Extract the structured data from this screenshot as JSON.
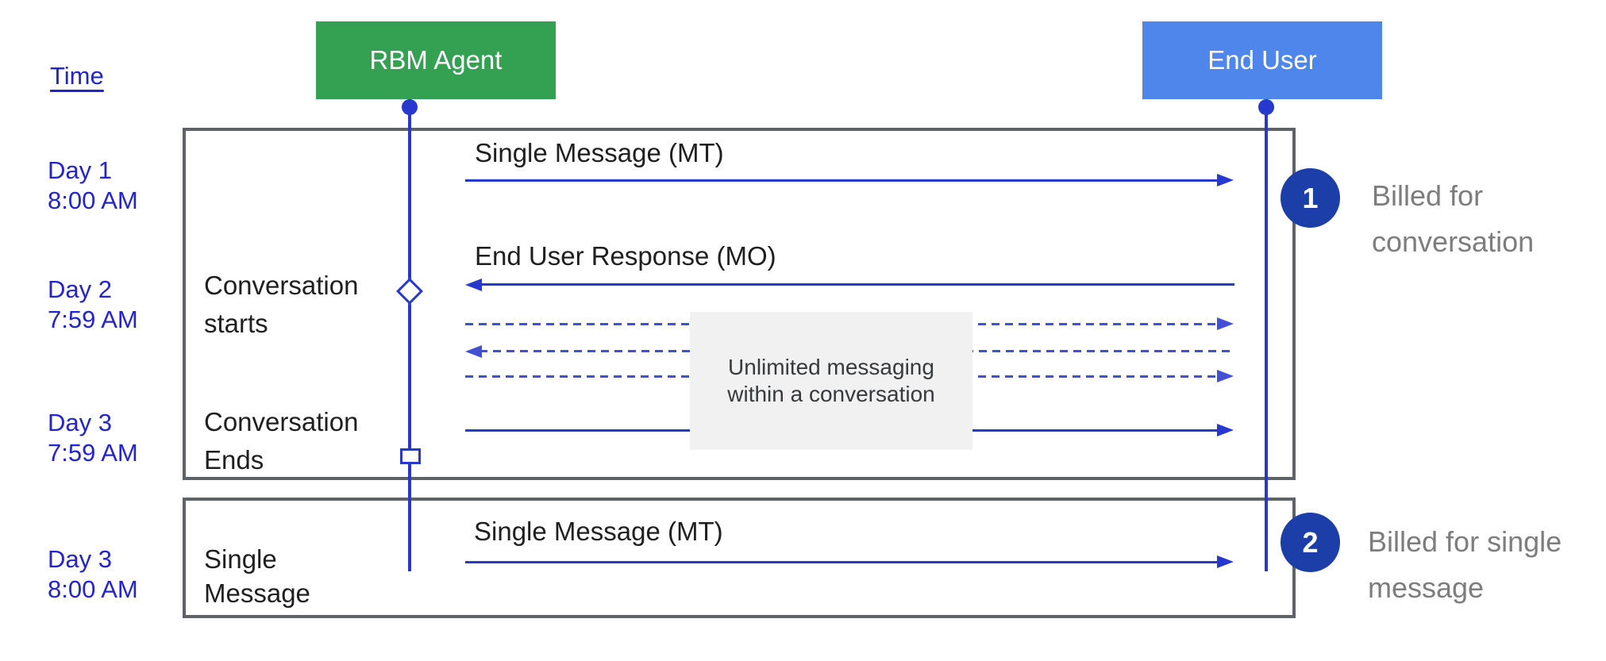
{
  "colors": {
    "agent_green": "#33a052",
    "end_user_blue": "#4e86ec",
    "line_blue": "#2638cd",
    "dashed_blue": "#4350d6",
    "label_blue": "#2424cf",
    "badge_blue": "#1b3ea8",
    "box_border_gray": "#5f6368",
    "note_bg_gray": "#f1f1f2",
    "billed_text_gray": "#7d7d7d"
  },
  "timeline": {
    "label": "Time",
    "events": [
      {
        "day": "Day 1",
        "time": "8:00 AM"
      },
      {
        "day": "Day 2",
        "time": "7:59 AM"
      },
      {
        "day": "Day 3",
        "time": "7:59 AM"
      },
      {
        "day": "Day 3",
        "time": "8:00 AM"
      }
    ]
  },
  "actors": [
    {
      "label": "RBM Agent"
    },
    {
      "label": "End User"
    }
  ],
  "conversation_block": {
    "messages": {
      "mt": "Single Message (MT)",
      "mo": "End User Response (MO)"
    },
    "start_label_line1": "Conversation",
    "start_label_line2": "starts",
    "end_label_line1": "Conversation",
    "end_label_line2": "Ends",
    "note_line1": "Unlimited messaging",
    "note_line2": "within a conversation",
    "badge": "1",
    "billed_line1": "Billed for",
    "billed_line2": "conversation"
  },
  "single_block": {
    "label_line1": "Single",
    "label_line2": "Message",
    "message": "Single Message (MT)",
    "badge": "2",
    "billed_line1": "Billed for single",
    "billed_line2": "message"
  }
}
